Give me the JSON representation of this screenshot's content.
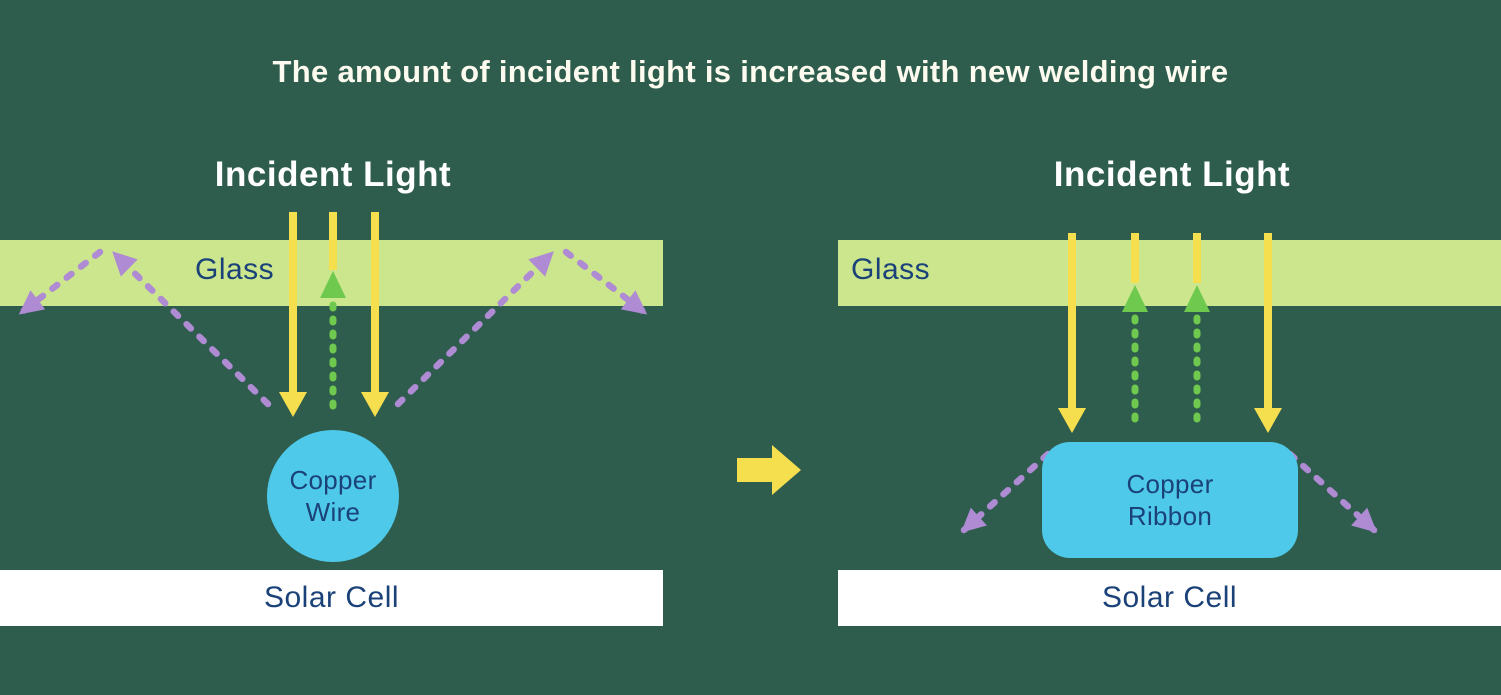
{
  "title": "The amount of incident light is increased with new welding wire",
  "colors": {
    "background": "#2F5D4D",
    "title_text": "#FDFBF0",
    "incident_text": "#FFFFFF",
    "glass_fill": "#CCE68D",
    "label_navy": "#1A4278",
    "yellow_arrow": "#F6DF4F",
    "green_arrow": "#6EC94E",
    "purple_arrow": "#AE8BD3",
    "copper_fill": "#4FC9E9",
    "solar_fill": "#FFFFFF"
  },
  "left_panel": {
    "incident_light_label": "Incident Light",
    "glass_label": "Glass",
    "copper_label_line1": "Copper",
    "copper_label_line2": "Wire",
    "solar_cell_label": "Solar Cell"
  },
  "right_panel": {
    "incident_light_label": "Incident Light",
    "glass_label": "Glass",
    "copper_label_line1": "Copper",
    "copper_label_line2": "Ribbon",
    "solar_cell_label": "Solar Cell"
  },
  "transition": {
    "icon": "arrow-right"
  }
}
